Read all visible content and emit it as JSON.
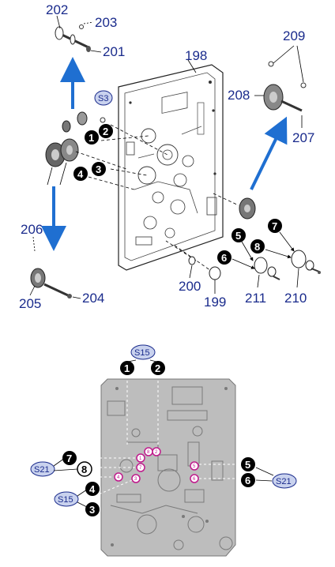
{
  "top_diagram": {
    "part_labels": {
      "p198": "198",
      "p199": "199",
      "p200": "200",
      "p201": "201",
      "p202": "202",
      "p203": "203",
      "p204": "204",
      "p205": "205",
      "p206": "206",
      "p207": "207",
      "p208": "208",
      "p209": "209",
      "p210": "210",
      "p211": "211"
    },
    "screw_callout": "S3",
    "steps": [
      "1",
      "2",
      "3",
      "4",
      "5",
      "6",
      "7",
      "8"
    ]
  },
  "bottom_diagram": {
    "screw_callouts": {
      "top": "S15",
      "left_upper": "S21",
      "left_lower": "S15",
      "right": "S21"
    },
    "steps": [
      "1",
      "2",
      "3",
      "4",
      "5",
      "6",
      "7",
      "8"
    ],
    "screw_marks": [
      "1",
      "2",
      "3",
      "4",
      "5",
      "6",
      "7",
      "8"
    ]
  },
  "colors": {
    "label_blue": "#1a2b8c",
    "arrow_blue": "#1f6fd1",
    "callout_fill": "#c9d2ee",
    "screw_mark": "#c0198c",
    "plate_gray": "#bdbdbd"
  }
}
